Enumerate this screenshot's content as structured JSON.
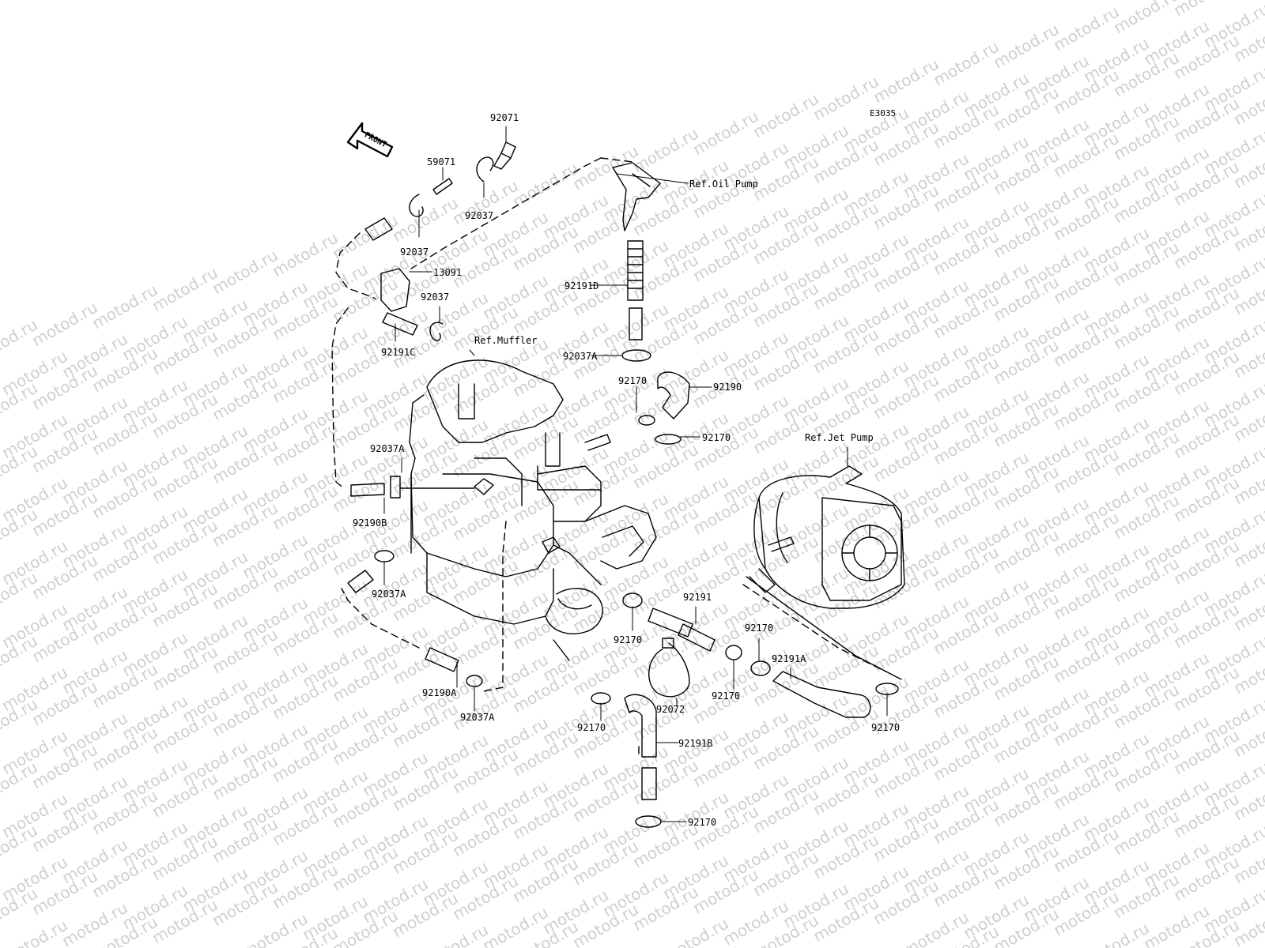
{
  "diagram_code": "E3035",
  "watermark": "motod.ru",
  "front_arrow": "FRONT",
  "colors": {
    "line": "#000000",
    "watermark": "#cfcfcf",
    "background": "#ffffff"
  },
  "refs": {
    "oil_pump": "Ref.Oil Pump",
    "muffler": "Ref.Muffler",
    "jet_pump": "Ref.Jet Pump"
  },
  "labels": {
    "p92071": "92071",
    "p59071": "59071",
    "p92037_right": "92037",
    "p92037_left": "92037",
    "p13091": "13091",
    "p92037_mid": "92037",
    "p92191C": "92191C",
    "p92191D": "92191D",
    "p92037A_top": "92037A",
    "p92170_a": "92170",
    "p92190": "92190",
    "p92170_b": "92170",
    "p92037A_left": "92037A",
    "p92190B": "92190B",
    "p92037A_low": "92037A",
    "p92191": "92191",
    "p92170_c": "92170",
    "p92170_d": "92170",
    "p92191A": "92191A",
    "p92170_e": "92170",
    "p92072": "92072",
    "p92170_f": "92170",
    "p92191B": "92191B",
    "p92190A": "92190A",
    "p92037A_bottom": "92037A",
    "p92170_g": "92170",
    "p92170_h": "92170"
  }
}
